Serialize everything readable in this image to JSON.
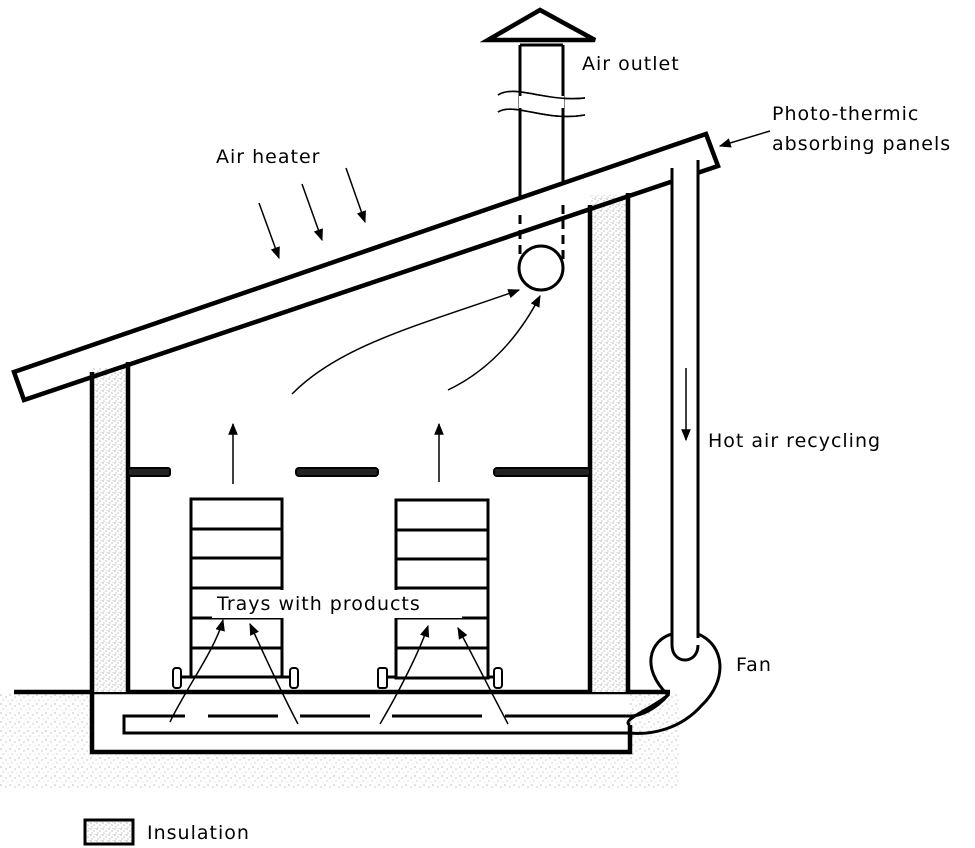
{
  "diagram": {
    "type": "solar dryer cross-section",
    "labels": {
      "air_outlet": "Air outlet",
      "photo_thermic_line1": "Photo-thermic",
      "photo_thermic_line2": "absorbing panels",
      "air_heater": "Air heater",
      "hot_air_recycling": "Hot air recycling",
      "trays": "Trays with products",
      "fan": "Fan"
    },
    "legend": {
      "items": [
        {
          "label": "Insulation",
          "pattern": "stippled"
        }
      ]
    },
    "colors": {
      "ink": "#000000",
      "background": "#ffffff",
      "stipple": "#555555"
    },
    "tray_stacks": 2,
    "trays_per_stack": 6
  }
}
